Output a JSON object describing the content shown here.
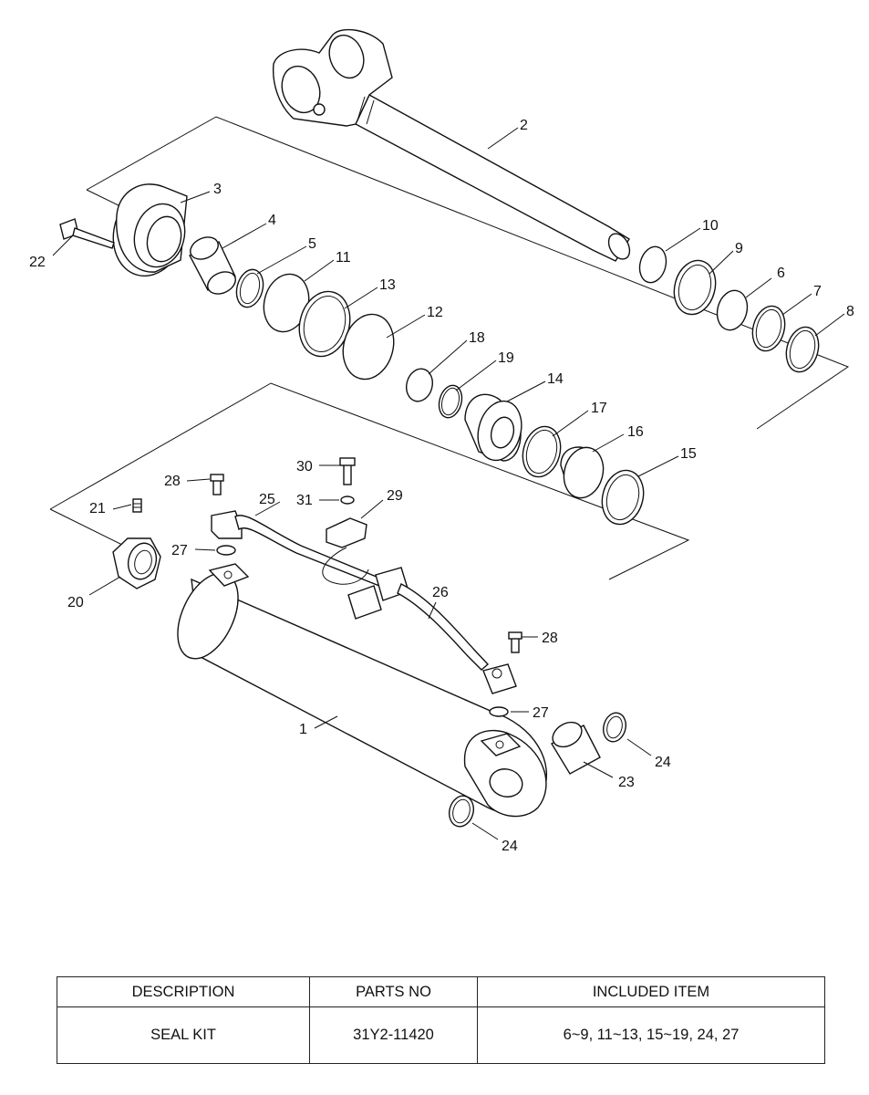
{
  "callouts": [
    "1",
    "2",
    "3",
    "4",
    "5",
    "6",
    "7",
    "8",
    "9",
    "10",
    "11",
    "12",
    "13",
    "14",
    "15",
    "16",
    "17",
    "18",
    "19",
    "20",
    "21",
    "22",
    "23",
    "24",
    "25",
    "26",
    "27",
    "28",
    "29",
    "30",
    "31"
  ],
  "table": {
    "headers": [
      "DESCRIPTION",
      "PARTS NO",
      "INCLUDED ITEM"
    ],
    "rows": [
      {
        "description": "SEAL KIT",
        "parts_no": "31Y2-11420",
        "included": "6~9, 11~13, 15~19, 24, 27"
      }
    ]
  }
}
